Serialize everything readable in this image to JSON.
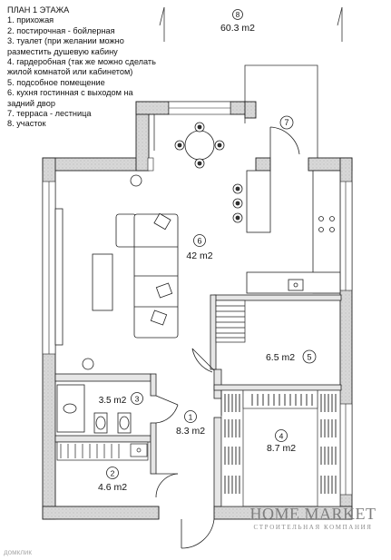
{
  "legend": {
    "title": "ПЛАН 1 ЭТАЖА",
    "lines": [
      "1. прихожая",
      "2. постирочная - бойлерная",
      "3. туалет (при желании можно",
      "разместить душевую кабину",
      "4. гардеробная (так же можно сделать",
      "жилой комнатой или кабинетом)",
      "5. подсобное помещение",
      "6. кухня гостинная с выходом на",
      "задний двор",
      "7. терраса - лестница",
      "8. участок"
    ]
  },
  "rooms": [
    {
      "num": "1",
      "area": "8.3 m2"
    },
    {
      "num": "2",
      "area": "4.6 m2"
    },
    {
      "num": "3",
      "area": "3.5 m2"
    },
    {
      "num": "4",
      "area": "8.7 m2"
    },
    {
      "num": "5",
      "area": "6.5 m2"
    },
    {
      "num": "6",
      "area": "42 m2"
    },
    {
      "num": "7",
      "area": ""
    },
    {
      "num": "8",
      "area": "60.3 m2"
    }
  ],
  "watermark": {
    "name": "HOME MARKET",
    "subtitle": "СТРОИТЕЛЬНАЯ КОМПАНИЯ"
  },
  "site_logo": "домклик",
  "colors": {
    "wall_fill": "#d6d6d6",
    "line": "#222222"
  }
}
